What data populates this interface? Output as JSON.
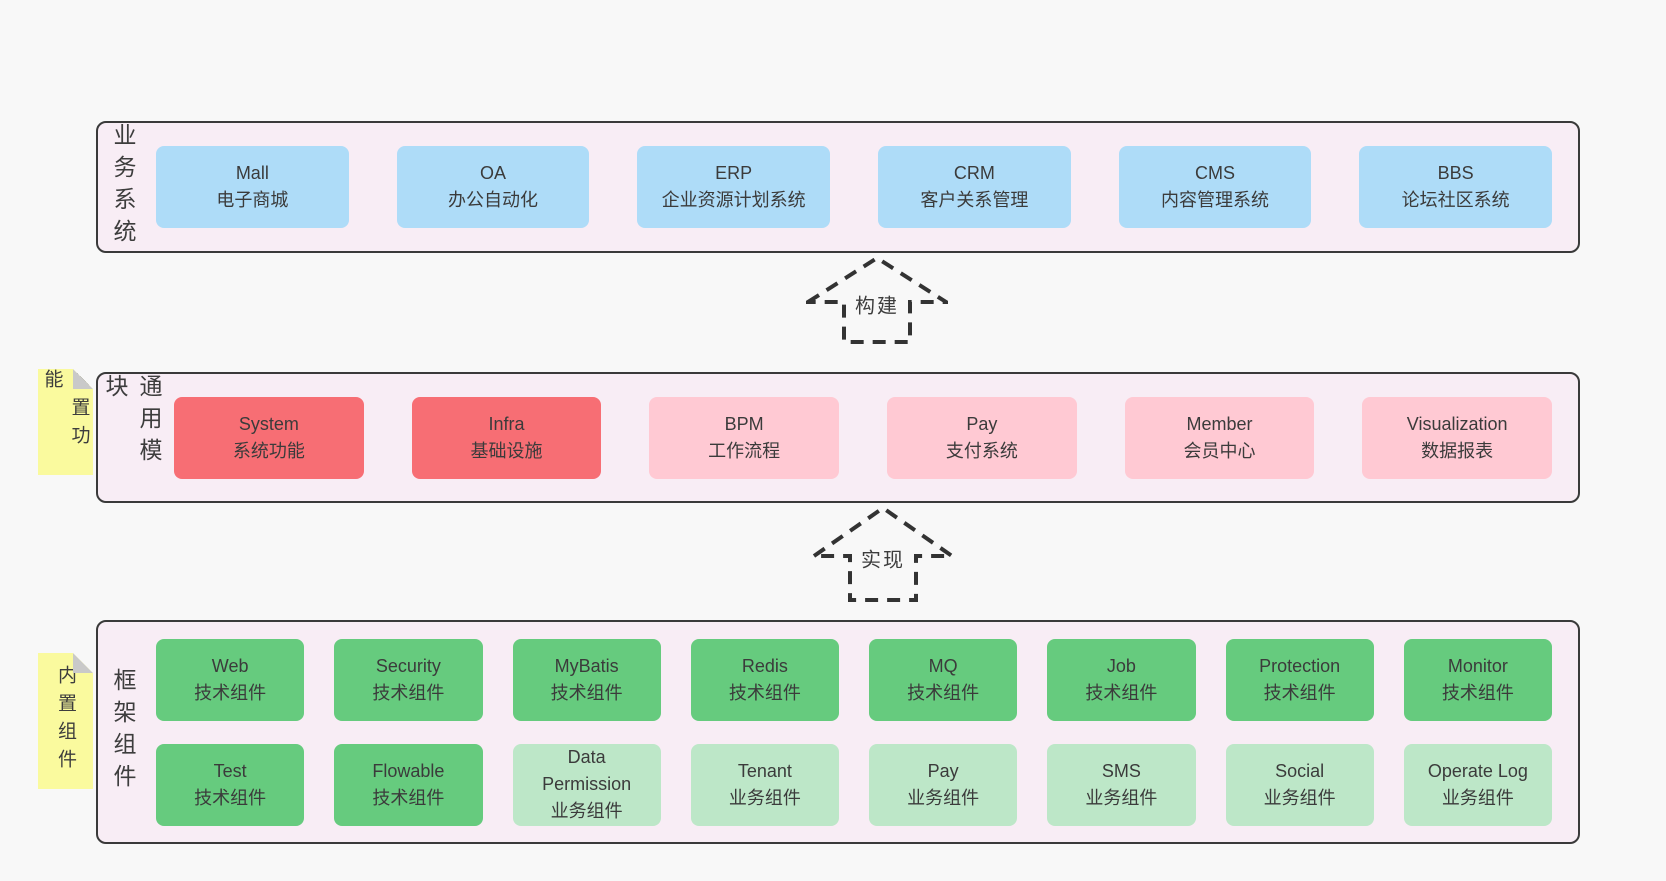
{
  "colors": {
    "page_bg": "#f8f8f8",
    "container_bg": "#f8edf5",
    "container_border": "#3a3a3a",
    "blue": "#aedcf8",
    "red": "#f76e74",
    "pink": "#ffc9d3",
    "green": "#66cb7e",
    "light_green": "#bde7c8",
    "note_yellow": "#fafa9e",
    "text": "#3b3b3b",
    "arrow_dash": "#333333"
  },
  "sections": {
    "business": {
      "label": "业务系统",
      "boxes": [
        {
          "en": "Mall",
          "zh": "电子商城",
          "variant": "blue"
        },
        {
          "en": "OA",
          "zh": "办公自动化",
          "variant": "blue"
        },
        {
          "en": "ERP",
          "zh": "企业资源计划系统",
          "variant": "blue"
        },
        {
          "en": "CRM",
          "zh": "客户关系管理",
          "variant": "blue"
        },
        {
          "en": "CMS",
          "zh": "内容管理系统",
          "variant": "blue"
        },
        {
          "en": "BBS",
          "zh": "论坛社区系统",
          "variant": "blue"
        }
      ]
    },
    "modules": {
      "label": "通用模块",
      "note": "内置功能",
      "boxes": [
        {
          "en": "System",
          "zh": "系统功能",
          "variant": "red"
        },
        {
          "en": "Infra",
          "zh": "基础设施",
          "variant": "red"
        },
        {
          "en": "BPM",
          "zh": "工作流程",
          "variant": "pink"
        },
        {
          "en": "Pay",
          "zh": "支付系统",
          "variant": "pink"
        },
        {
          "en": "Member",
          "zh": "会员中心",
          "variant": "pink"
        },
        {
          "en": "Visualization",
          "zh": "数据报表",
          "variant": "pink"
        }
      ]
    },
    "framework": {
      "label": "框架组件",
      "note": "内置组件",
      "boxes": [
        {
          "en": "Web",
          "zh": "技术组件",
          "variant": "green"
        },
        {
          "en": "Security",
          "zh": "技术组件",
          "variant": "green"
        },
        {
          "en": "MyBatis",
          "zh": "技术组件",
          "variant": "green"
        },
        {
          "en": "Redis",
          "zh": "技术组件",
          "variant": "green"
        },
        {
          "en": "MQ",
          "zh": "技术组件",
          "variant": "green"
        },
        {
          "en": "Job",
          "zh": "技术组件",
          "variant": "green"
        },
        {
          "en": "Protection",
          "zh": "技术组件",
          "variant": "green"
        },
        {
          "en": "Monitor",
          "zh": "技术组件",
          "variant": "green"
        },
        {
          "en": "Test",
          "zh": "技术组件",
          "variant": "green"
        },
        {
          "en": "Flowable",
          "zh": "技术组件",
          "variant": "green"
        },
        {
          "en": "Data Permission",
          "zh": "业务组件",
          "variant": "lightgreen"
        },
        {
          "en": "Tenant",
          "zh": "业务组件",
          "variant": "lightgreen"
        },
        {
          "en": "Pay",
          "zh": "业务组件",
          "variant": "lightgreen"
        },
        {
          "en": "SMS",
          "zh": "业务组件",
          "variant": "lightgreen"
        },
        {
          "en": "Social",
          "zh": "业务组件",
          "variant": "lightgreen"
        },
        {
          "en": "Operate Log",
          "zh": "业务组件",
          "variant": "lightgreen"
        }
      ]
    }
  },
  "arrows": {
    "build": {
      "label": "构建"
    },
    "implement": {
      "label": "实现"
    }
  }
}
